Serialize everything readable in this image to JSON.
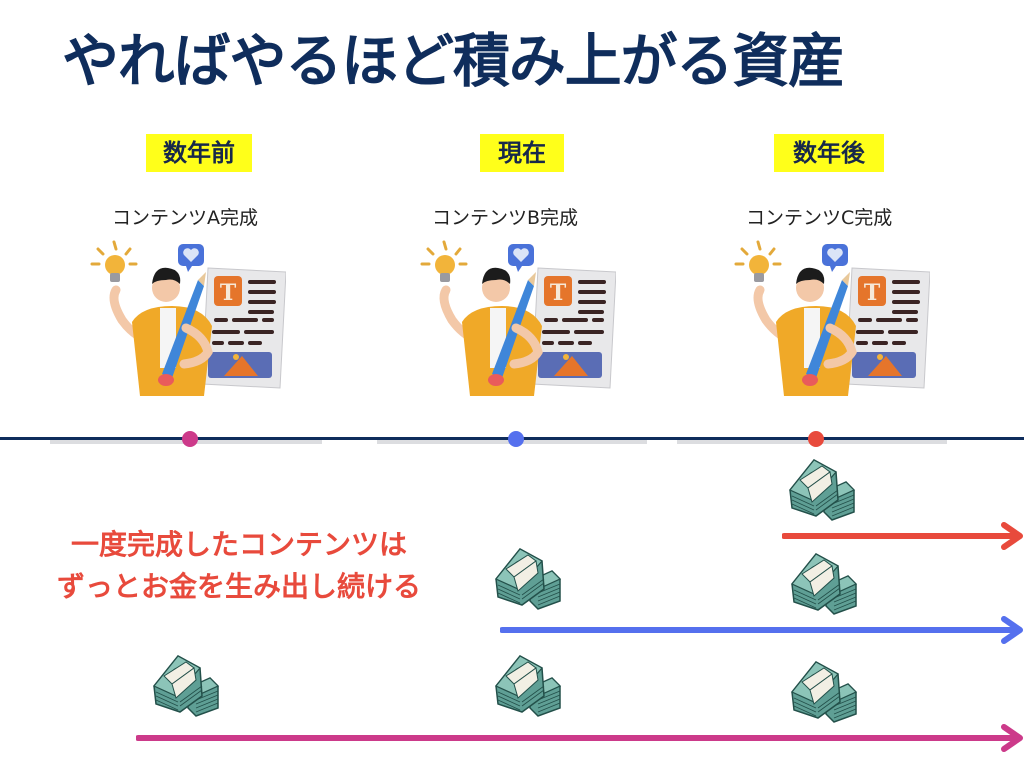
{
  "title": "やればやるほど積み上がる資産",
  "colors": {
    "title": "#0f2d5c",
    "highlight": "#ffff1a",
    "timeline": "#0f2d5c",
    "series_a": "#cc3a8a",
    "series_b": "#5570ee",
    "series_c": "#e84a3c",
    "message": "#e84a3c",
    "money": "#5f9f95"
  },
  "periods": [
    {
      "label": "数年前",
      "caption": "コンテンツA完成",
      "marker_color": "#cc3a8a",
      "illustration": "creator-with-pencil-and-document"
    },
    {
      "label": "現在",
      "caption": "コンテンツB完成",
      "marker_color": "#5570ee",
      "illustration": "creator-with-pencil-and-document"
    },
    {
      "label": "数年後",
      "caption": "コンテンツC完成",
      "marker_color": "#e84a3c",
      "illustration": "creator-with-pencil-and-document"
    }
  ],
  "message": {
    "line1": "一度完成したコンテンツは",
    "line2": "ずっとお金を生み出し続ける"
  },
  "income_streams": [
    {
      "content": "A",
      "color": "#cc3a8a",
      "starts_at": "数年前",
      "money_stacks": 3
    },
    {
      "content": "B",
      "color": "#5570ee",
      "starts_at": "現在",
      "money_stacks": 2
    },
    {
      "content": "C",
      "color": "#e84a3c",
      "starts_at": "数年後",
      "money_stacks": 1
    }
  ]
}
